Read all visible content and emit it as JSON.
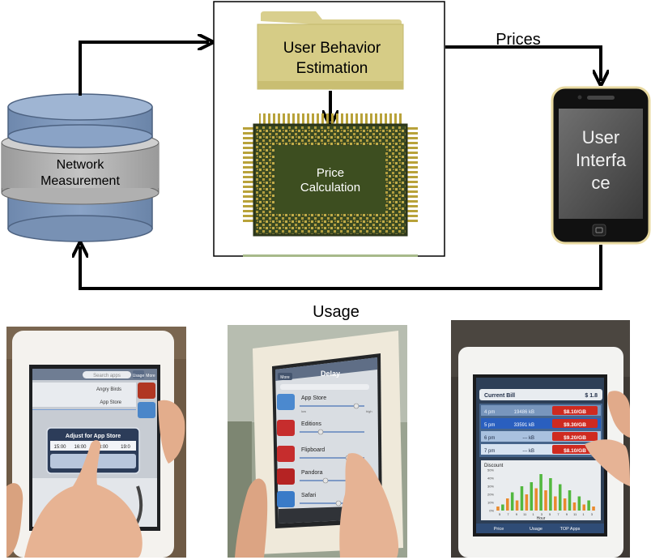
{
  "diagram": {
    "network_measurement": {
      "line1": "Network",
      "line2": "Measurement"
    },
    "user_behavior": {
      "line1": "User Behavior",
      "line2": "Estimation"
    },
    "price_calculation": {
      "line1": "Price",
      "line2": "Calculation"
    },
    "user_interface": {
      "line1": "User",
      "line2": "Interfa",
      "line3": "ce"
    },
    "prices_label": "Prices",
    "usage_label": "Usage"
  },
  "photos": {
    "left": {
      "search_placeholder": "Search apps",
      "tab_usage": "Usage",
      "tab_more": "More",
      "list": [
        "Angry Birds",
        "App Store"
      ],
      "dialog_title": "Adjust for App Store",
      "dialog_times": [
        "15:00",
        "16:00",
        "18:00",
        "19:0"
      ]
    },
    "middle": {
      "nav_more": "More",
      "nav_title": "Delay",
      "apps": [
        "App Store",
        "Editions",
        "Flipboard",
        "Pandora",
        "Safari"
      ],
      "slider_low": "low",
      "slider_high": "high"
    },
    "right": {
      "current_bill_label": "Current Bill",
      "current_bill_value": "$ 1.8",
      "rows": [
        {
          "time": "4 pm",
          "usage": "19486 kB",
          "price": "$8.10/GB"
        },
        {
          "time": "5 pm",
          "usage": "33591 kB",
          "price": "$9.30/GB"
        },
        {
          "time": "6 pm",
          "usage": "--- kB",
          "price": "$9.20/GB"
        },
        {
          "time": "7 pm",
          "usage": "--- kB",
          "price": "$8.10/GB"
        }
      ],
      "discount_title": "Discount",
      "discount_ticks": [
        "50%",
        "40%",
        "30%",
        "20%",
        "10%",
        "0%"
      ],
      "hour_ticks": [
        "5",
        "7",
        "9",
        "11",
        "1",
        "3",
        "5",
        "7",
        "9",
        "11",
        "1",
        "3"
      ],
      "hour_label": "Hour",
      "discount_bars": [
        0.1,
        0.15,
        0.3,
        0.45,
        0.25,
        0.6,
        0.4,
        0.7,
        0.55,
        0.9,
        0.5,
        0.8,
        0.35,
        0.65,
        0.3,
        0.5,
        0.2,
        0.35,
        0.15,
        0.25,
        0.1
      ],
      "tabs": [
        "Price",
        "Usage",
        "TOP Apps"
      ],
      "colors": {
        "green": "#52b83f",
        "orange": "#e98a2d",
        "red_badge": "#cf2a20"
      }
    }
  }
}
